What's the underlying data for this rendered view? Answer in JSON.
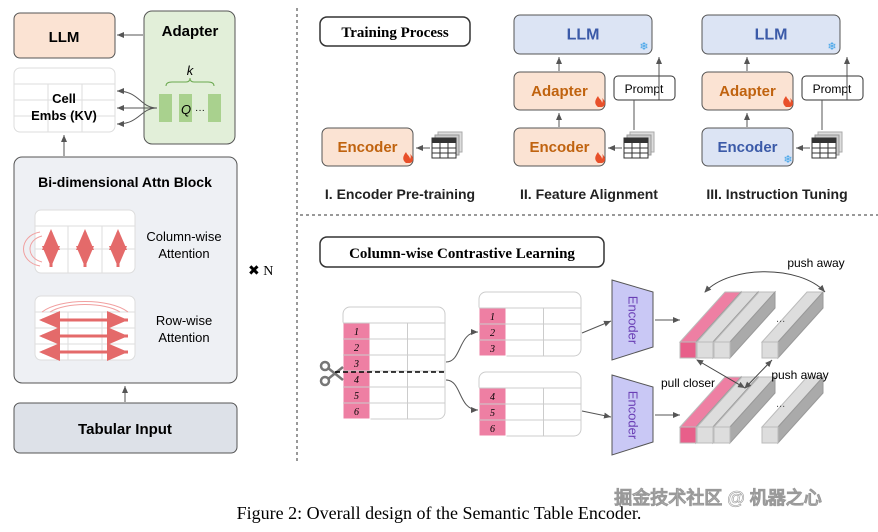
{
  "left": {
    "llm": "LLM",
    "adapter": "Adapter",
    "k_label": "k",
    "q_label": "Q",
    "q_ellipsis": "···",
    "cell_embs": [
      "Cell",
      "Embs (KV)"
    ],
    "attn_block": "Bi-dimensional Attn Block",
    "column_wise": [
      "Column-wise",
      "Attention"
    ],
    "row_wise": [
      "Row-wise",
      "Attention"
    ],
    "repeat": "✖ N",
    "tabular_input": "Tabular Input"
  },
  "training": {
    "title": "Training Process",
    "stages": [
      {
        "label": "I. Encoder Pre-training",
        "encoder": "Encoder"
      },
      {
        "label": "II. Feature Alignment",
        "encoder": "Encoder",
        "adapter": "Adapter",
        "llm": "LLM",
        "prompt": "Prompt"
      },
      {
        "label": "III. Instruction Tuning",
        "encoder": "Encoder",
        "adapter": "Adapter",
        "llm": "LLM",
        "prompt": "Prompt"
      }
    ]
  },
  "contrastive": {
    "title": "Column-wise Contrastive Learning",
    "rows": [
      "1",
      "2",
      "3",
      "4",
      "5",
      "6"
    ],
    "top_rows": [
      "1",
      "2",
      "3"
    ],
    "bottom_rows": [
      "4",
      "5",
      "6"
    ],
    "encoder": "Encoder",
    "push_away_top": "push away",
    "push_away_mid": "push away",
    "pull_closer": "pull closer",
    "ellipsis": "..."
  },
  "caption": "Figure 2: Overall design of the Semantic Table Encoder.",
  "watermark": "掘金技术社区 @ 机器之心",
  "colors": {
    "peach": "#fbe3d3",
    "green": "#e2efd9",
    "blue": "#dce4f4",
    "pink": "#ee7fa3",
    "encoder_purple": "#c9c8f5",
    "fire": "#e8502a",
    "snow": "#3aa0e8"
  }
}
